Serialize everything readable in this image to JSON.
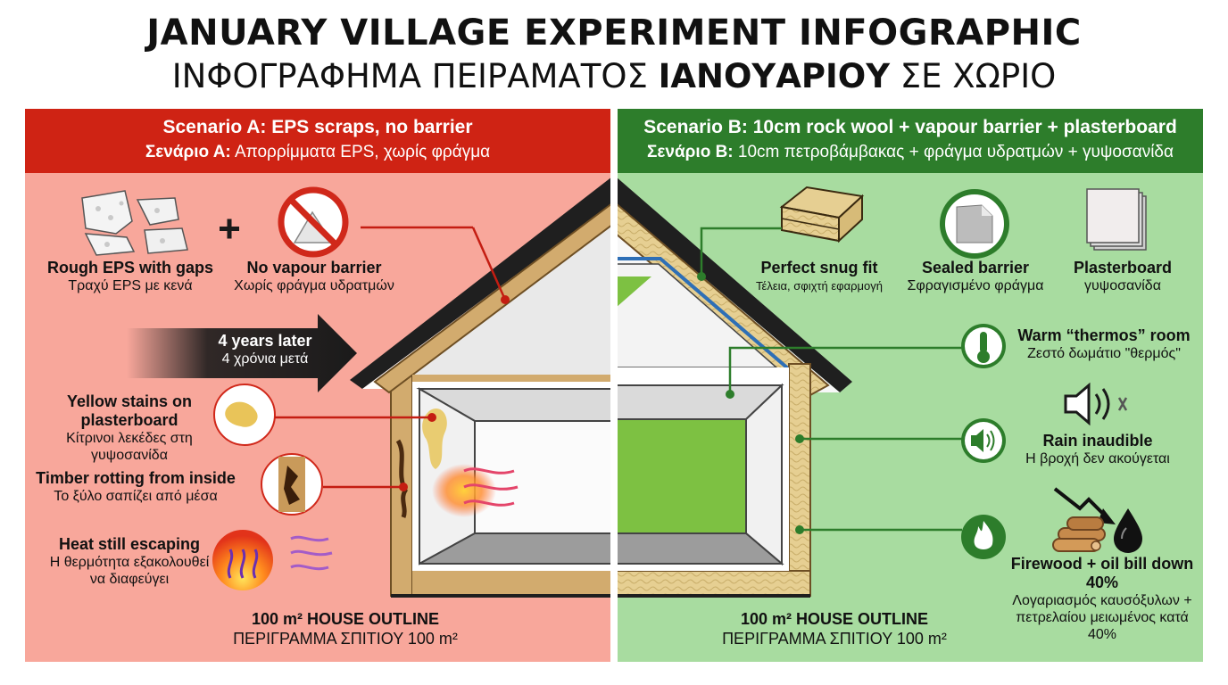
{
  "title": {
    "en": "JANUARY VILLAGE EXPERIMENT INFOGRAPHIC",
    "gr_pre": "ΙΝΦΟΓΡΑΦΗΜΑ ΠΕΙΡΑΜΑΤΟΣ ",
    "gr_bold": "ΙΑΝΟΥΑΡΙΟΥ",
    "gr_post": " ΣΕ ΧΩΡΙΟ"
  },
  "scenario_a": {
    "title_en": "Scenario A: EPS scraps, no barrier",
    "title_gr_bold": "Σενάριο Α:",
    "title_gr_rest": " Απορρίμματα EPS, χωρίς φράγμα",
    "plus": "+",
    "items": [
      {
        "en": "Rough EPS with gaps",
        "gr": "Τραχύ EPS με κενά"
      },
      {
        "en": "No vapour barrier",
        "gr": "Χωρίς φράγμα υδρατμών"
      }
    ],
    "arrow": {
      "en": "4 years later",
      "gr": "4 χρόνια μετά"
    },
    "effects": [
      {
        "en": "Yellow stains on plasterboard",
        "gr": "Κίτρινοι λεκέδες στη γυψοσανίδα"
      },
      {
        "en": "Timber rotting from inside",
        "gr": "Το ξύλο σαπίζει από μέσα"
      },
      {
        "en": "Heat still escaping",
        "gr": "Η θερμότητα εξακολουθεί να διαφεύγει"
      }
    ],
    "outline_en": "100 m² HOUSE OUTLINE",
    "outline_gr": "ΠΕΡΙΓΡΑΜΜΑ ΣΠΙΤΙΟΥ 100 m²"
  },
  "scenario_b": {
    "title_en": "Scenario B: 10cm rock wool + vapour barrier + plasterboard",
    "title_gr_bold": "Σενάριο Β:",
    "title_gr_rest": " 10cm πετροβάμβακας + φράγμα υδρατμών + γυψοσανίδα",
    "items": [
      {
        "en": "Perfect snug fit",
        "gr": "Τέλεια, σφιχτή εφαρμογή"
      },
      {
        "en": "Sealed barrier",
        "gr": "Σφραγισμένο φράγμα"
      },
      {
        "en": "Plasterboard",
        "gr": "γυψοσανίδα"
      }
    ],
    "benefits": [
      {
        "en": "Warm “thermos” room",
        "gr": "Ζεστό δωμάτιο \"θερμός\""
      },
      {
        "en": "Rain inaudible",
        "gr": "Η βροχή δεν ακούγεται"
      },
      {
        "en": "Firewood + oil bill down 40%",
        "gr": "Λογαριασμός καυσόξυλων + πετρελαίου μειωμένος κατά 40%"
      }
    ],
    "outline_en": "100 m² HOUSE OUTLINE",
    "outline_gr": "ΠΕΡΙΓΡΑΜΜΑ ΣΠΙΤΙΟΥ 100 m²"
  },
  "colors": {
    "red_band": "#cf2314",
    "red_panel": "#f8a79b",
    "green_band": "#2d7d2b",
    "green_panel": "#a8dca0",
    "rockwool": "#e8d49a",
    "timber": "#c9a66b"
  },
  "icons": [
    "eps-scraps-icon",
    "plus-icon",
    "no-barrier-icon",
    "arrow-icon",
    "yellow-stain-icon",
    "rotting-timber-icon",
    "heat-escape-icon",
    "rockwool-batt-icon",
    "sealed-barrier-icon",
    "plasterboard-icon",
    "thermometer-icon",
    "speaker-icon",
    "fire-icon",
    "firewood-icon",
    "oil-drop-icon"
  ]
}
